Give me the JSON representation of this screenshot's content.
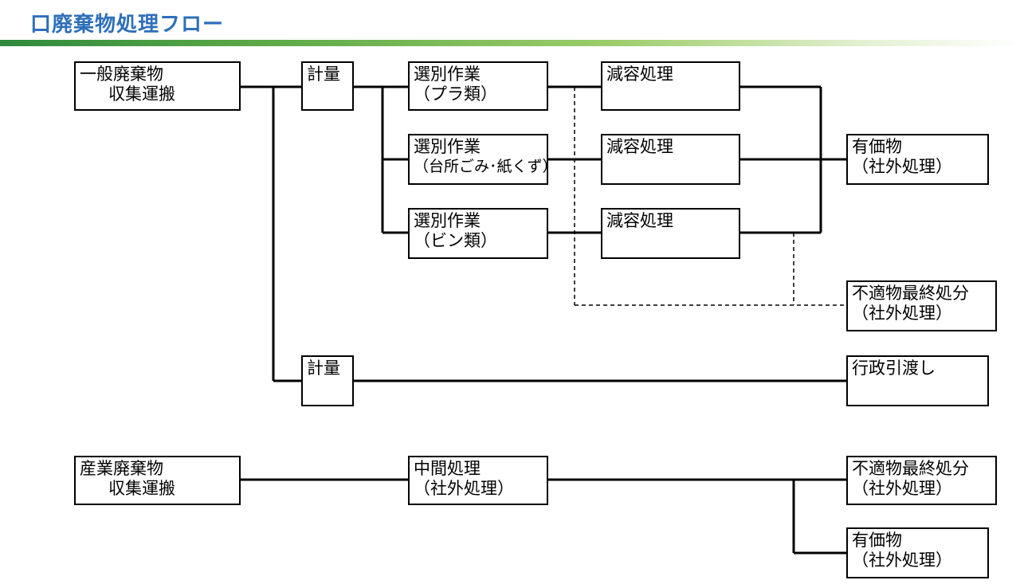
{
  "title": "口廃棄物処理フロー",
  "boxes": {
    "general_waste": {
      "line1": "一般廃棄物",
      "line2": "収集運搬"
    },
    "weighing_1": {
      "line1": "計量"
    },
    "sort_plastic": {
      "line1": "選別作業",
      "line2": "（プラ類）"
    },
    "sort_kitchen": {
      "line1": "選別作業",
      "line2": "（台所ごみ･紙くず）"
    },
    "sort_bottle": {
      "line1": "選別作業",
      "line2": "（ビン類）"
    },
    "reduce_1": {
      "line1": "減容処理"
    },
    "reduce_2": {
      "line1": "減容処理"
    },
    "reduce_3": {
      "line1": "減容処理"
    },
    "valuables_1": {
      "line1": "有価物",
      "line2": "（社外処理）"
    },
    "unsuitable_1": {
      "line1": "不適物最終処分",
      "line2": "（社外処理）"
    },
    "weighing_2": {
      "line1": "計量"
    },
    "admin_handover": {
      "line1": "行政引渡し"
    },
    "industrial_waste": {
      "line1": "産業廃棄物",
      "line2": "収集運搬"
    },
    "intermediate": {
      "line1": "中間処理",
      "line2": "（社外処理）"
    },
    "unsuitable_2": {
      "line1": "不適物最終処分",
      "line2": "（社外処理）"
    },
    "valuables_2": {
      "line1": "有価物",
      "line2": "（社外処理）"
    }
  }
}
